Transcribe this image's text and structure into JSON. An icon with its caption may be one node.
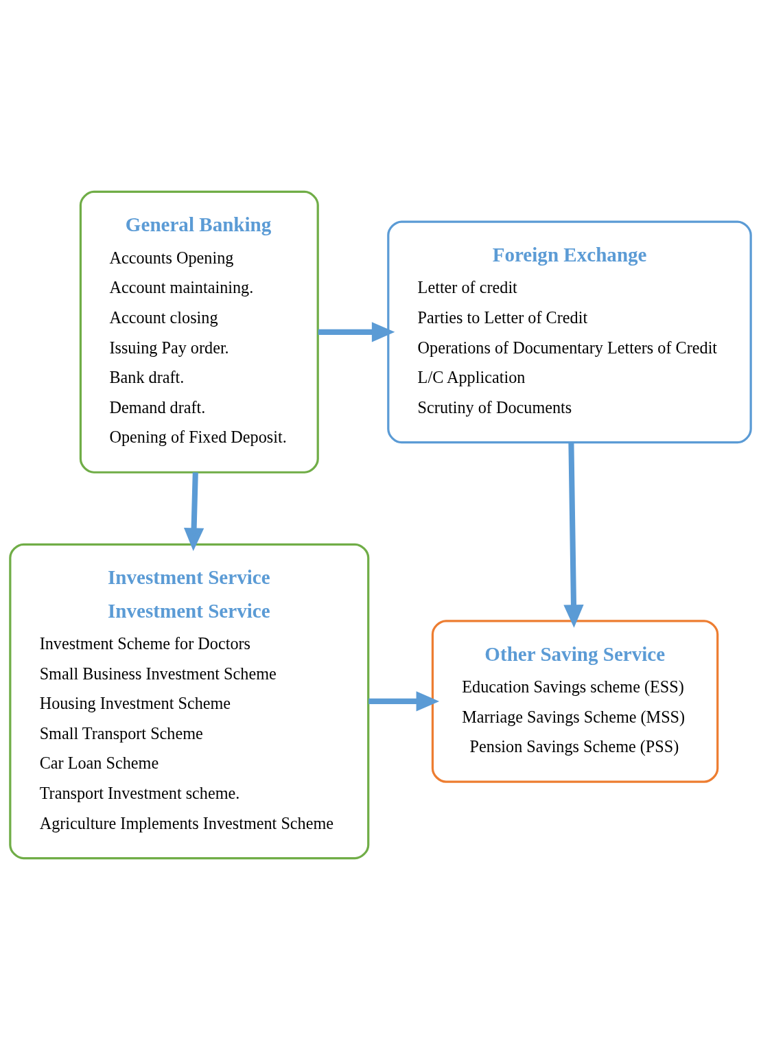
{
  "diagram": {
    "nodes": [
      {
        "text": [
          "General Banking",
          "Accounts Opening",
          "Account maintaining.",
          "Account closing",
          "Issuing Pay order.",
          "Bank draft.",
          "Demand draft.",
          "Opening of Fixed Deposit."
        ]
      },
      {
        "text": [
          "Foreign Exchange",
          "Letter of credit",
          "Parties to Letter of Credit",
          "Operations of Documentary Letters of Credit",
          "L/C Application",
          "Scrutiny of Documents"
        ]
      },
      {
        "text": [
          "Investment Service",
          "Investment Service",
          "Investment Scheme for Doctors",
          "Small Business Investment Scheme",
          "Housing Investment Scheme",
          "Small Transport Scheme",
          "Car Loan Scheme",
          "Transport Investment scheme.",
          "Agriculture Implements Investment Scheme"
        ]
      },
      {
        "text": [
          "Other Saving Service",
          "Education Savings scheme (ESS)",
          "Marriage Savings Scheme (MSS)",
          "Pension Savings Scheme (PSS)"
        ]
      }
    ],
    "edges": [
      {
        "from": 0,
        "to": 1,
        "arrow": "to"
      },
      {
        "from": 0,
        "to": 2,
        "arrow": "to"
      },
      {
        "from": 1,
        "to": 3,
        "arrow": "to"
      },
      {
        "from": 2,
        "to": 3,
        "arrow": "to"
      }
    ]
  }
}
